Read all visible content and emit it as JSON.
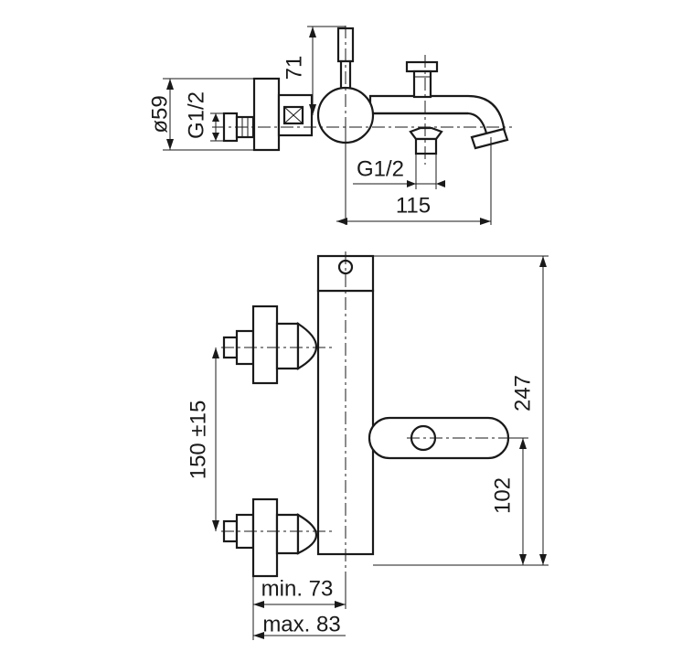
{
  "labels": {
    "top_diameter": "ø59",
    "top_inlet_thread": "G1/2",
    "top_height": "71",
    "spout_thread": "G1/2",
    "top_width": "115",
    "front_total_height": "247",
    "front_handle_height": "102",
    "front_spacing": "150 ±15",
    "front_min": "min. 73",
    "front_max": "max. 83"
  }
}
